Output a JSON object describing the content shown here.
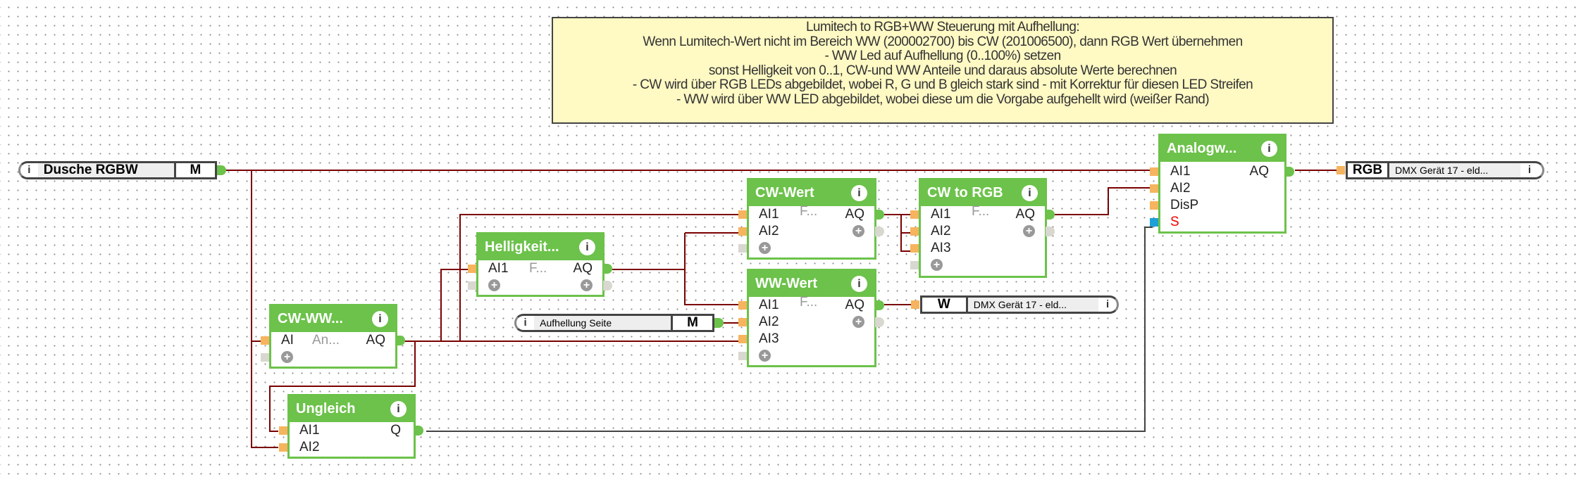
{
  "comment": {
    "lines": [
      "Lumitech to RGB+WW Steuerung mit Aufhellung:",
      "Wenn Lumitech-Wert nicht im Bereich WW (200002700) bis CW (201006500), dann RGB Wert übernehmen",
      "- WW Led auf Aufhellung (0..100%) setzen",
      "sonst Helligkeit von 0..1, CW-und WW Anteile und daraus absolute Werte berechnen",
      "- CW wird über RGB LEDs abgebildet, wobei R, G und B gleich stark sind - mit Korrektur für diesen LED Streifen",
      "- WW wird über WW LED abgebildet, wobei diese um die Vorgabe aufgehellt wird (weißer Rand)"
    ]
  },
  "inputs": {
    "dusche": {
      "info": "i",
      "name": "Dusche RGBW",
      "tag": "M"
    },
    "aufhellung": {
      "info": "i",
      "name": "Aufhellung Seite",
      "tag": "M"
    }
  },
  "outputs": {
    "rgb": {
      "tag": "RGB",
      "name": "DMX Gerät 17 - eld...",
      "info": "i"
    },
    "w": {
      "tag": "W",
      "name": "DMX Gerät 17 - eld...",
      "info": "i"
    }
  },
  "blocks": {
    "cwww": {
      "title": "CW-WW...",
      "info": "i",
      "in1": "AI",
      "mid": "An...",
      "out": "AQ"
    },
    "helligkeit": {
      "title": "Helligkeit...",
      "info": "i",
      "in1": "AI1",
      "mid": "F...",
      "out": "AQ"
    },
    "cwwert": {
      "title": "CW-Wert",
      "info": "i",
      "in1": "AI1",
      "in2": "AI2",
      "mid": "F...",
      "out": "AQ"
    },
    "wwwert": {
      "title": "WW-Wert",
      "info": "i",
      "in1": "AI1",
      "in2": "AI2",
      "in3": "AI3",
      "mid": "F...",
      "out": "AQ"
    },
    "cwtorgb": {
      "title": "CW to RGB",
      "info": "i",
      "in1": "AI1",
      "in2": "AI2",
      "in3": "AI3",
      "mid": "F...",
      "out": "AQ"
    },
    "analog": {
      "title": "Analogw...",
      "info": "i",
      "in1": "AI1",
      "in2": "AI2",
      "in3": "DisP",
      "in4": "S",
      "out": "AQ"
    },
    "ungleich": {
      "title": "Ungleich",
      "info": "i",
      "in1": "AI1",
      "in2": "AI2",
      "out": "Q"
    }
  },
  "colors": {
    "block": "#6cc24a",
    "wire": "#7a0000",
    "pin_in": "#f6b45e",
    "comment_bg": "#fff9c4"
  }
}
